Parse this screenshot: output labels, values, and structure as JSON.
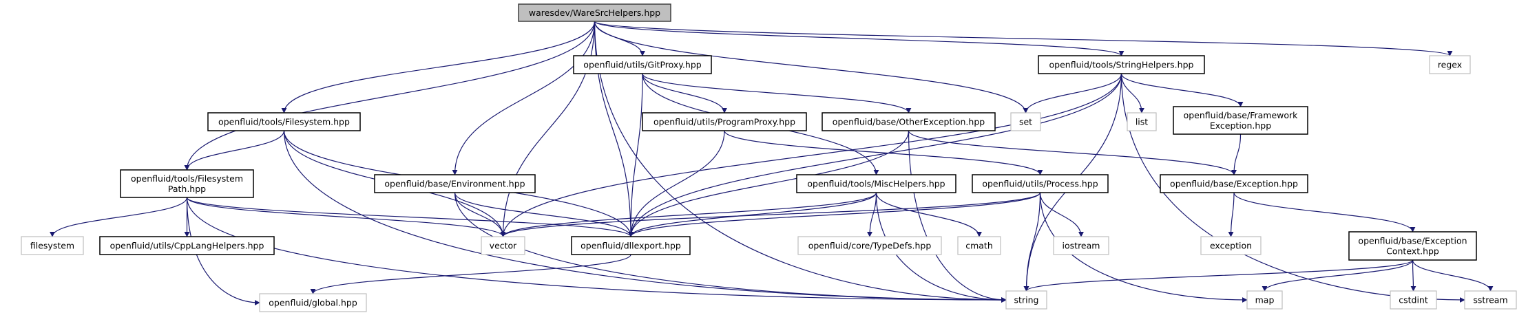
{
  "colors": {
    "edge": "#191970",
    "root_fill": "#bfbfbf",
    "documented_border": "#000000",
    "external_border": "#bfbfbf"
  },
  "nodes": {
    "root": {
      "lines": [
        "waresdev/WareSrcHelpers.hpp"
      ],
      "kind": "root"
    },
    "gitproxy": {
      "lines": [
        "openfluid/utils/GitProxy.hpp"
      ],
      "kind": "documented"
    },
    "stringhelpers": {
      "lines": [
        "openfluid/tools/StringHelpers.hpp"
      ],
      "kind": "documented"
    },
    "regex": {
      "lines": [
        "regex"
      ],
      "kind": "external"
    },
    "filesystem_hpp": {
      "lines": [
        "openfluid/tools/Filesystem.hpp"
      ],
      "kind": "documented"
    },
    "programproxy": {
      "lines": [
        "openfluid/utils/ProgramProxy.hpp"
      ],
      "kind": "documented"
    },
    "otherexception": {
      "lines": [
        "openfluid/base/OtherException.hpp"
      ],
      "kind": "documented"
    },
    "set": {
      "lines": [
        "set"
      ],
      "kind": "external"
    },
    "list": {
      "lines": [
        "list"
      ],
      "kind": "external"
    },
    "frameworkexception": {
      "lines": [
        "openfluid/base/Framework",
        "Exception.hpp"
      ],
      "kind": "documented"
    },
    "filesystempath": {
      "lines": [
        "openfluid/tools/Filesystem",
        "Path.hpp"
      ],
      "kind": "documented"
    },
    "environment": {
      "lines": [
        "openfluid/base/Environment.hpp"
      ],
      "kind": "documented"
    },
    "mischelpers": {
      "lines": [
        "openfluid/tools/MiscHelpers.hpp"
      ],
      "kind": "documented"
    },
    "process": {
      "lines": [
        "openfluid/utils/Process.hpp"
      ],
      "kind": "documented"
    },
    "exception_hpp": {
      "lines": [
        "openfluid/base/Exception.hpp"
      ],
      "kind": "documented"
    },
    "filesystem": {
      "lines": [
        "filesystem"
      ],
      "kind": "external"
    },
    "cpplanghelpers": {
      "lines": [
        "openfluid/utils/CppLangHelpers.hpp"
      ],
      "kind": "documented"
    },
    "vector": {
      "lines": [
        "vector"
      ],
      "kind": "external"
    },
    "dllexport": {
      "lines": [
        "openfluid/dllexport.hpp"
      ],
      "kind": "documented"
    },
    "typedefs": {
      "lines": [
        "openfluid/core/TypeDefs.hpp"
      ],
      "kind": "external"
    },
    "cmath": {
      "lines": [
        "cmath"
      ],
      "kind": "external"
    },
    "iostream": {
      "lines": [
        "iostream"
      ],
      "kind": "external"
    },
    "exception": {
      "lines": [
        "exception"
      ],
      "kind": "external"
    },
    "exceptioncontext": {
      "lines": [
        "openfluid/base/Exception",
        "Context.hpp"
      ],
      "kind": "documented"
    },
    "global": {
      "lines": [
        "openfluid/global.hpp"
      ],
      "kind": "external"
    },
    "string": {
      "lines": [
        "string"
      ],
      "kind": "external"
    },
    "map": {
      "lines": [
        "map"
      ],
      "kind": "external"
    },
    "cstdint": {
      "lines": [
        "cstdint"
      ],
      "kind": "external"
    },
    "sstream": {
      "lines": [
        "sstream"
      ],
      "kind": "external"
    }
  },
  "edges": [
    [
      "root",
      "gitproxy"
    ],
    [
      "root",
      "stringhelpers"
    ],
    [
      "root",
      "regex"
    ],
    [
      "root",
      "set"
    ],
    [
      "root",
      "filesystem_hpp"
    ],
    [
      "root",
      "filesystempath"
    ],
    [
      "root",
      "environment"
    ],
    [
      "root",
      "vector"
    ],
    [
      "root",
      "dllexport"
    ],
    [
      "root",
      "string"
    ],
    [
      "gitproxy",
      "programproxy"
    ],
    [
      "gitproxy",
      "otherexception"
    ],
    [
      "gitproxy",
      "dllexport"
    ],
    [
      "gitproxy",
      "mischelpers"
    ],
    [
      "programproxy",
      "dllexport"
    ],
    [
      "programproxy",
      "process"
    ],
    [
      "otherexception",
      "dllexport"
    ],
    [
      "otherexception",
      "exception_hpp"
    ],
    [
      "otherexception",
      "string"
    ],
    [
      "stringhelpers",
      "set"
    ],
    [
      "stringhelpers",
      "list"
    ],
    [
      "stringhelpers",
      "frameworkexception"
    ],
    [
      "stringhelpers",
      "sstream"
    ],
    [
      "stringhelpers",
      "string"
    ],
    [
      "stringhelpers",
      "vector"
    ],
    [
      "stringhelpers",
      "dllexport"
    ],
    [
      "frameworkexception",
      "exception_hpp"
    ],
    [
      "exception_hpp",
      "exception"
    ],
    [
      "exception_hpp",
      "exceptioncontext"
    ],
    [
      "exceptioncontext",
      "string"
    ],
    [
      "exceptioncontext",
      "map"
    ],
    [
      "exceptioncontext",
      "cstdint"
    ],
    [
      "exceptioncontext",
      "sstream"
    ],
    [
      "mischelpers",
      "vector"
    ],
    [
      "mischelpers",
      "dllexport"
    ],
    [
      "mischelpers",
      "string"
    ],
    [
      "mischelpers",
      "typedefs"
    ],
    [
      "mischelpers",
      "cmath"
    ],
    [
      "process",
      "vector"
    ],
    [
      "process",
      "dllexport"
    ],
    [
      "process",
      "string"
    ],
    [
      "process",
      "iostream"
    ],
    [
      "process",
      "map"
    ],
    [
      "filesystem_hpp",
      "filesystempath"
    ],
    [
      "filesystem_hpp",
      "vector"
    ],
    [
      "filesystem_hpp",
      "string"
    ],
    [
      "filesystem_hpp",
      "dllexport"
    ],
    [
      "filesystempath",
      "filesystem"
    ],
    [
      "filesystempath",
      "cpplanghelpers"
    ],
    [
      "filesystempath",
      "vector"
    ],
    [
      "filesystempath",
      "dllexport"
    ],
    [
      "filesystempath",
      "string"
    ],
    [
      "filesystempath",
      "global"
    ],
    [
      "environment",
      "vector"
    ],
    [
      "environment",
      "dllexport"
    ],
    [
      "environment",
      "string"
    ],
    [
      "dllexport",
      "global"
    ]
  ]
}
